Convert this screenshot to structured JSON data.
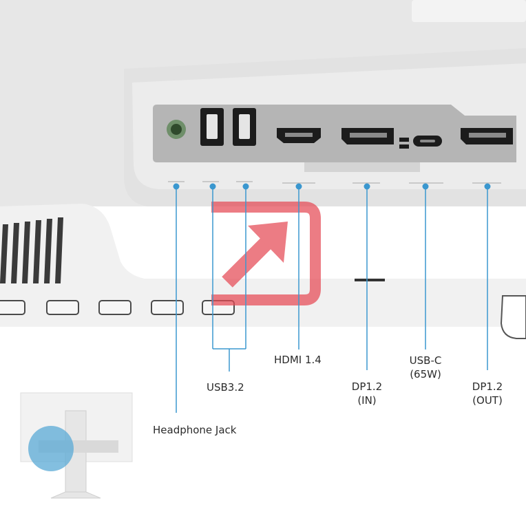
{
  "ports": {
    "headphone": {
      "label": "Headphone Jack"
    },
    "usb": {
      "label": "USB3.2"
    },
    "hdmi": {
      "label": "HDMI 1.4"
    },
    "dp_in": {
      "line1": "DP1.2",
      "line2": "(IN)"
    },
    "usbc": {
      "line1": "USB-C",
      "line2": "(65W)"
    },
    "dp_out": {
      "line1": "DP1.2",
      "line2": "(OUT)"
    }
  },
  "colors": {
    "callout_line": "#3a97cf",
    "callout_dot": "#3a97cf",
    "watermark": "#e64a55",
    "monitor_body": "#eeeeee",
    "port_panel": "#b5b5b5",
    "highlight": "#5aa9d6"
  },
  "icons": {
    "watermark": "arrow-in-square-icon",
    "thumbnail": "monitor-rear-thumbnail"
  }
}
